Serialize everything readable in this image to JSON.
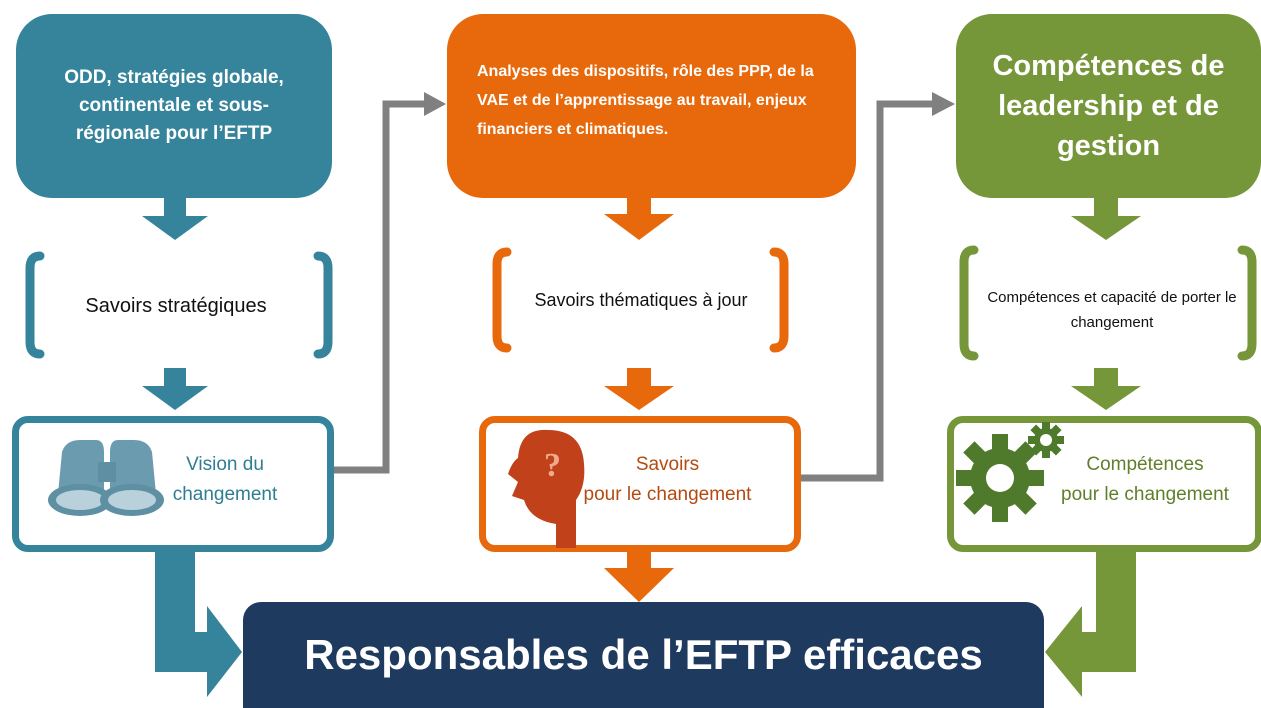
{
  "columns": [
    {
      "id": "teal",
      "color": "#35849B",
      "top_text": "ODD, stratégies globale, continentale et sous-régionale pour l’EFTP",
      "bracket_text": "Savoirs stratégiques",
      "mid_text_line1": "Vision du",
      "mid_text_line2": "changement",
      "icon": "binoculars-icon"
    },
    {
      "id": "orange",
      "color": "#E8690C",
      "top_text": "Analyses des dispositifs, rôle des PPP, de la VAE et de l’apprentissage au travail, enjeux financiers et climatiques.",
      "bracket_text": "Savoirs thématiques à jour",
      "mid_text_line1": "Savoirs",
      "mid_text_line2": "pour le changement",
      "icon": "head-question-icon"
    },
    {
      "id": "green",
      "color": "#76963A",
      "top_text": "Compétences de leadership et de gestion",
      "bracket_text": "Compétences et capacité de porter le changement",
      "mid_text_line1": "Compétences",
      "mid_text_line2": "pour le changement",
      "icon": "gears-icon"
    }
  ],
  "bottom": {
    "text": "Responsables de l’EFTP efficaces",
    "color": "#1F3A5F"
  },
  "connector_color": "#808080"
}
